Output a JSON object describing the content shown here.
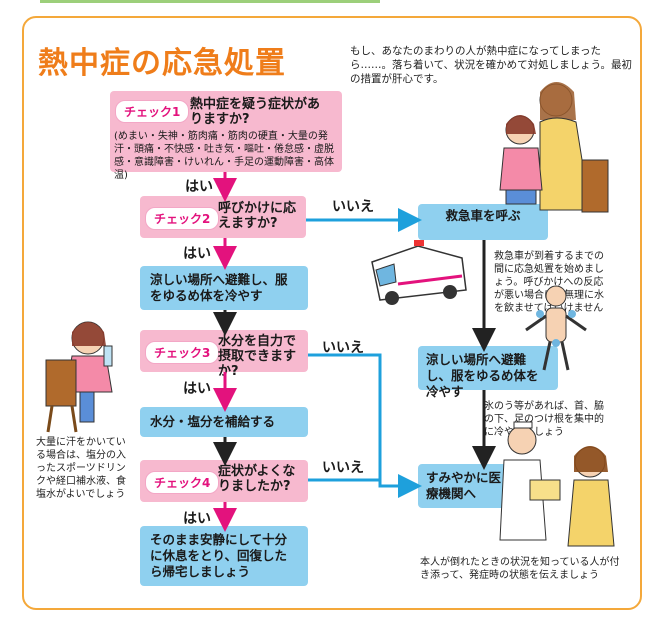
{
  "title": "熱中症の応急処置",
  "intro": "もし、あなたのまわりの人が熱中症になってしまったら……。落ち着いて、状況を確かめて対処しましょう。最初の措置が肝心です。",
  "check1": {
    "badge": "チェック1",
    "question": "熱中症を疑う症状がありますか?",
    "symptoms": "(めまい・失神・筋肉痛・筋肉の硬直・大量の発汗・頭痛・不快感・吐き気・嘔吐・倦怠感・虚脱感・意識障害・けいれん・手足の運動障害・高体温)"
  },
  "check2": {
    "badge": "チェック2",
    "question": "呼びかけに応えますか?"
  },
  "check3": {
    "badge": "チェック3",
    "question": "水分を自力で摂取できますか?"
  },
  "check4": {
    "badge": "チェック4",
    "question": "症状がよくなりましたか?"
  },
  "labels": {
    "yes": "はい",
    "no": "いいえ"
  },
  "actions": {
    "cool_left": "涼しい場所へ避難し、服をゆるめ体を冷やす",
    "hydrate": "水分・塩分を補給する",
    "rest": "そのまま安静にして十分に休息をとり、回復したら帰宅しましょう",
    "ambulance": "救急車を呼ぶ",
    "cool_right": "涼しい場所へ避難し、服をゆるめ体を冷やす",
    "hospital": "すみやかに医療機関へ"
  },
  "notes": {
    "ambulance_note": "救急車が到着するまでの間に応急処置を始めましょう。呼びかけへの反応が悪い場合には無理に水を飲ませてはいけません",
    "ice_note": "氷のう等があれば、首、脇の下、足のつけ根を集中的に冷やしましょう",
    "sweat_note": "大量に汗をかいている場合は、塩分の入ったスポーツドリンクや経口補水液、食塩水がよいでしょう",
    "hospital_note": "本人が倒れたときの状況を知っている人が付き添って、発症時の状態を伝えましょう"
  },
  "colors": {
    "title": "#ef7d1a",
    "pink": "#f7b9cf",
    "blue": "#8fd0ef",
    "yes_arrow": "#e3127d",
    "no_arrow": "#1ea0dc",
    "frame": "#f4a83a"
  }
}
